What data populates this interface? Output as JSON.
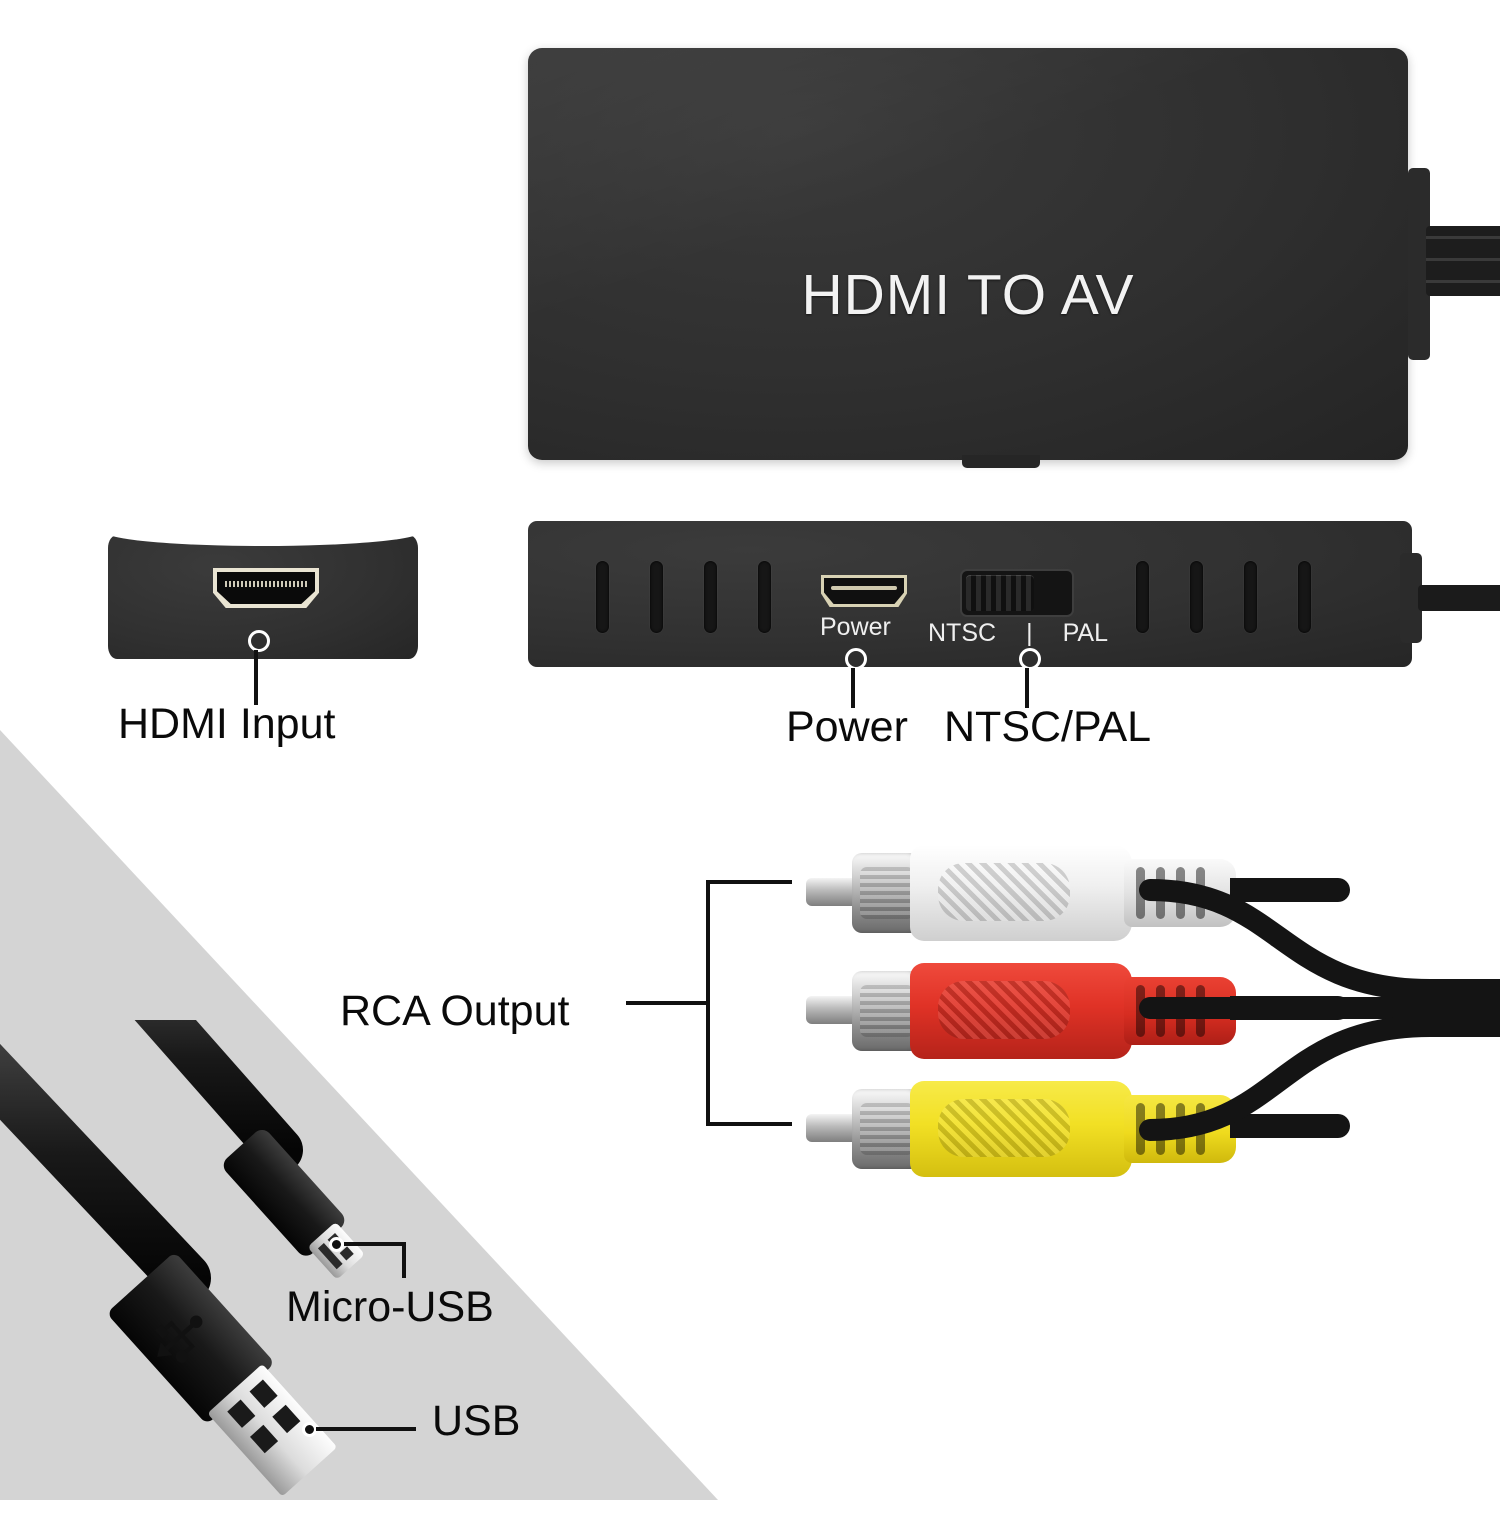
{
  "product": {
    "device_label": "HDMI TO AV",
    "panel": {
      "power_port_caption": "Power",
      "switch_left_caption": "NTSC",
      "switch_divider_caption": "|",
      "switch_right_caption": "PAL"
    }
  },
  "callouts": [
    {
      "id": "hdmi-input",
      "label": "HDMI Input"
    },
    {
      "id": "power",
      "label": "Power"
    },
    {
      "id": "ntsc-pal",
      "label": "NTSC/PAL"
    },
    {
      "id": "rca-output",
      "label": "RCA Output"
    },
    {
      "id": "micro-usb",
      "label": "Micro-USB"
    },
    {
      "id": "usb",
      "label": "USB"
    }
  ],
  "rca_connectors": [
    {
      "channel": "audio-left",
      "color_name": "white",
      "color": "#f2f2f2"
    },
    {
      "channel": "audio-right",
      "color_name": "red",
      "color": "#e03226"
    },
    {
      "channel": "video",
      "color_name": "yellow",
      "color": "#f2e024"
    }
  ],
  "colors": {
    "background": "#ffffff",
    "backdrop_wedge": "#d4d4d4",
    "device_black": "#2f2f2f",
    "port_gold": "#e0dac0",
    "text_dark": "#0a0a0a",
    "text_light": "#efefef"
  }
}
